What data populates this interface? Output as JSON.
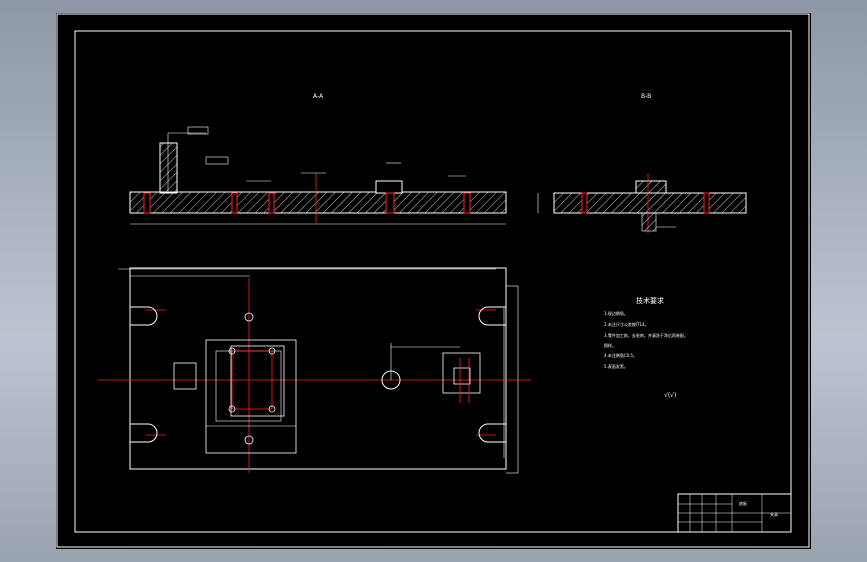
{
  "viewport": {
    "background": "#000000"
  },
  "colors": {
    "line": "#ffffff",
    "center": "#ff2020",
    "hatch": "#ffffff"
  },
  "drawing": {
    "section_a_label": "A-A",
    "section_b_label": "B-B",
    "tech_title": "技术要求",
    "tech_notes": [
      "1.锐边倒角。",
      "2.未注尺寸公差按IT14。",
      "3.零件加工前，去毛刺，并清洗干净后再装配。",
      "图样。",
      "4.未注倒角C0.5。",
      "5.表面发黑。"
    ],
    "roughness_note": "√(√)",
    "title_block": {
      "name": "底板",
      "drawing_no": "夹具"
    }
  }
}
